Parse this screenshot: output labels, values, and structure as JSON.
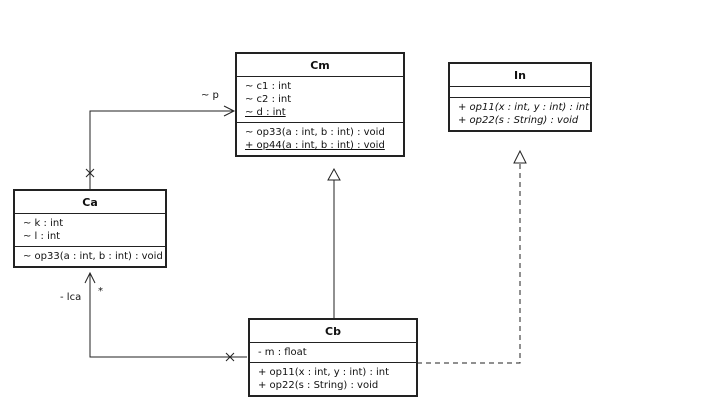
{
  "classes": {
    "cm": {
      "name": "Cm",
      "attributes": [
        {
          "text": "~ c1 : int",
          "style": "normal"
        },
        {
          "text": "~ c2 : int",
          "style": "normal"
        },
        {
          "text": "~ d : int",
          "style": "static"
        }
      ],
      "operations": [
        {
          "text": "~ op33(a : int, b : int) : void",
          "style": "normal"
        },
        {
          "text": "+ op44(a : int, b : int) : void",
          "style": "static"
        }
      ]
    },
    "in": {
      "name": "In",
      "operations": [
        {
          "text": "+ op11(x : int, y : int) : int",
          "style": "abstract"
        },
        {
          "text": "+ op22(s : String) : void",
          "style": "abstract"
        }
      ]
    },
    "ca": {
      "name": "Ca",
      "attributes": [
        {
          "text": "~ k : int",
          "style": "normal"
        },
        {
          "text": "~ l : int",
          "style": "normal"
        }
      ],
      "operations": [
        {
          "text": "~ op33(a : int, b : int) : void",
          "style": "normal"
        }
      ]
    },
    "cb": {
      "name": "Cb",
      "attributes": [
        {
          "text": "- m : float",
          "style": "normal"
        }
      ],
      "operations": [
        {
          "text": "+ op11(x : int, y : int) : int",
          "style": "normal"
        },
        {
          "text": "+ op22(s : String) : void",
          "style": "normal"
        }
      ]
    }
  },
  "relations": {
    "ca_to_cm": {
      "role": "~ p"
    },
    "cb_to_ca": {
      "role": "- lca",
      "multiplicity": "*"
    }
  },
  "colors": {
    "line": "#222222",
    "background": "#ffffff"
  }
}
